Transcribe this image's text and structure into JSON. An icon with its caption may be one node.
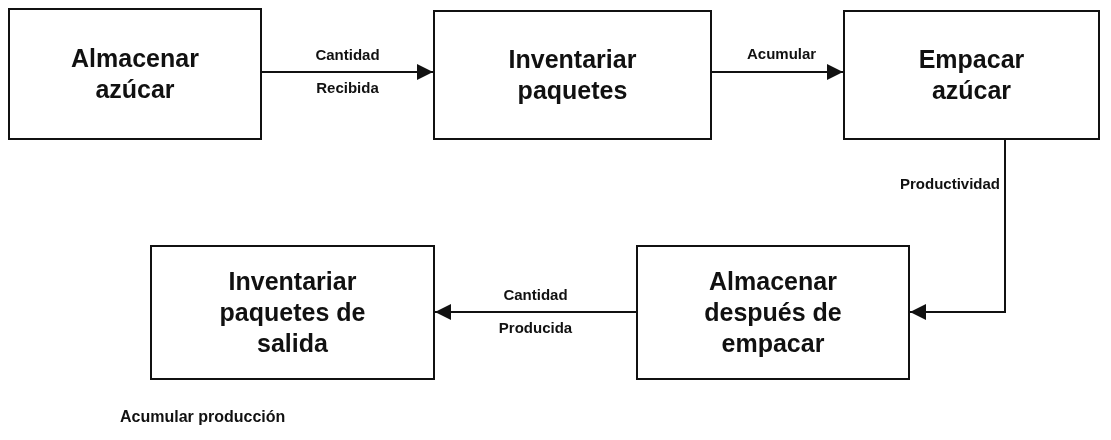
{
  "diagram": {
    "nodes": [
      {
        "text": [
          "Almacenar azúcar"
        ]
      },
      {
        "text": [
          "Inventariar paquetes"
        ]
      },
      {
        "text": [
          "Empacar azúcar"
        ]
      },
      {
        "text": [
          "Almacenar después de empacar"
        ]
      },
      {
        "text": [
          "Inventariar paquetes de salida"
        ],
        "beside": [
          "Acumular producción"
        ]
      }
    ],
    "edges": [
      {
        "from": 0,
        "to": 1,
        "arrow": "to",
        "label": "Cantidad Recibida"
      },
      {
        "from": 1,
        "to": 2,
        "arrow": "to",
        "label": "Acumular"
      },
      {
        "from": 2,
        "to": 3,
        "arrow": "to",
        "label": "Productividad"
      },
      {
        "from": 3,
        "to": 4,
        "arrow": "to",
        "label": "Cantidad Producida"
      }
    ]
  }
}
